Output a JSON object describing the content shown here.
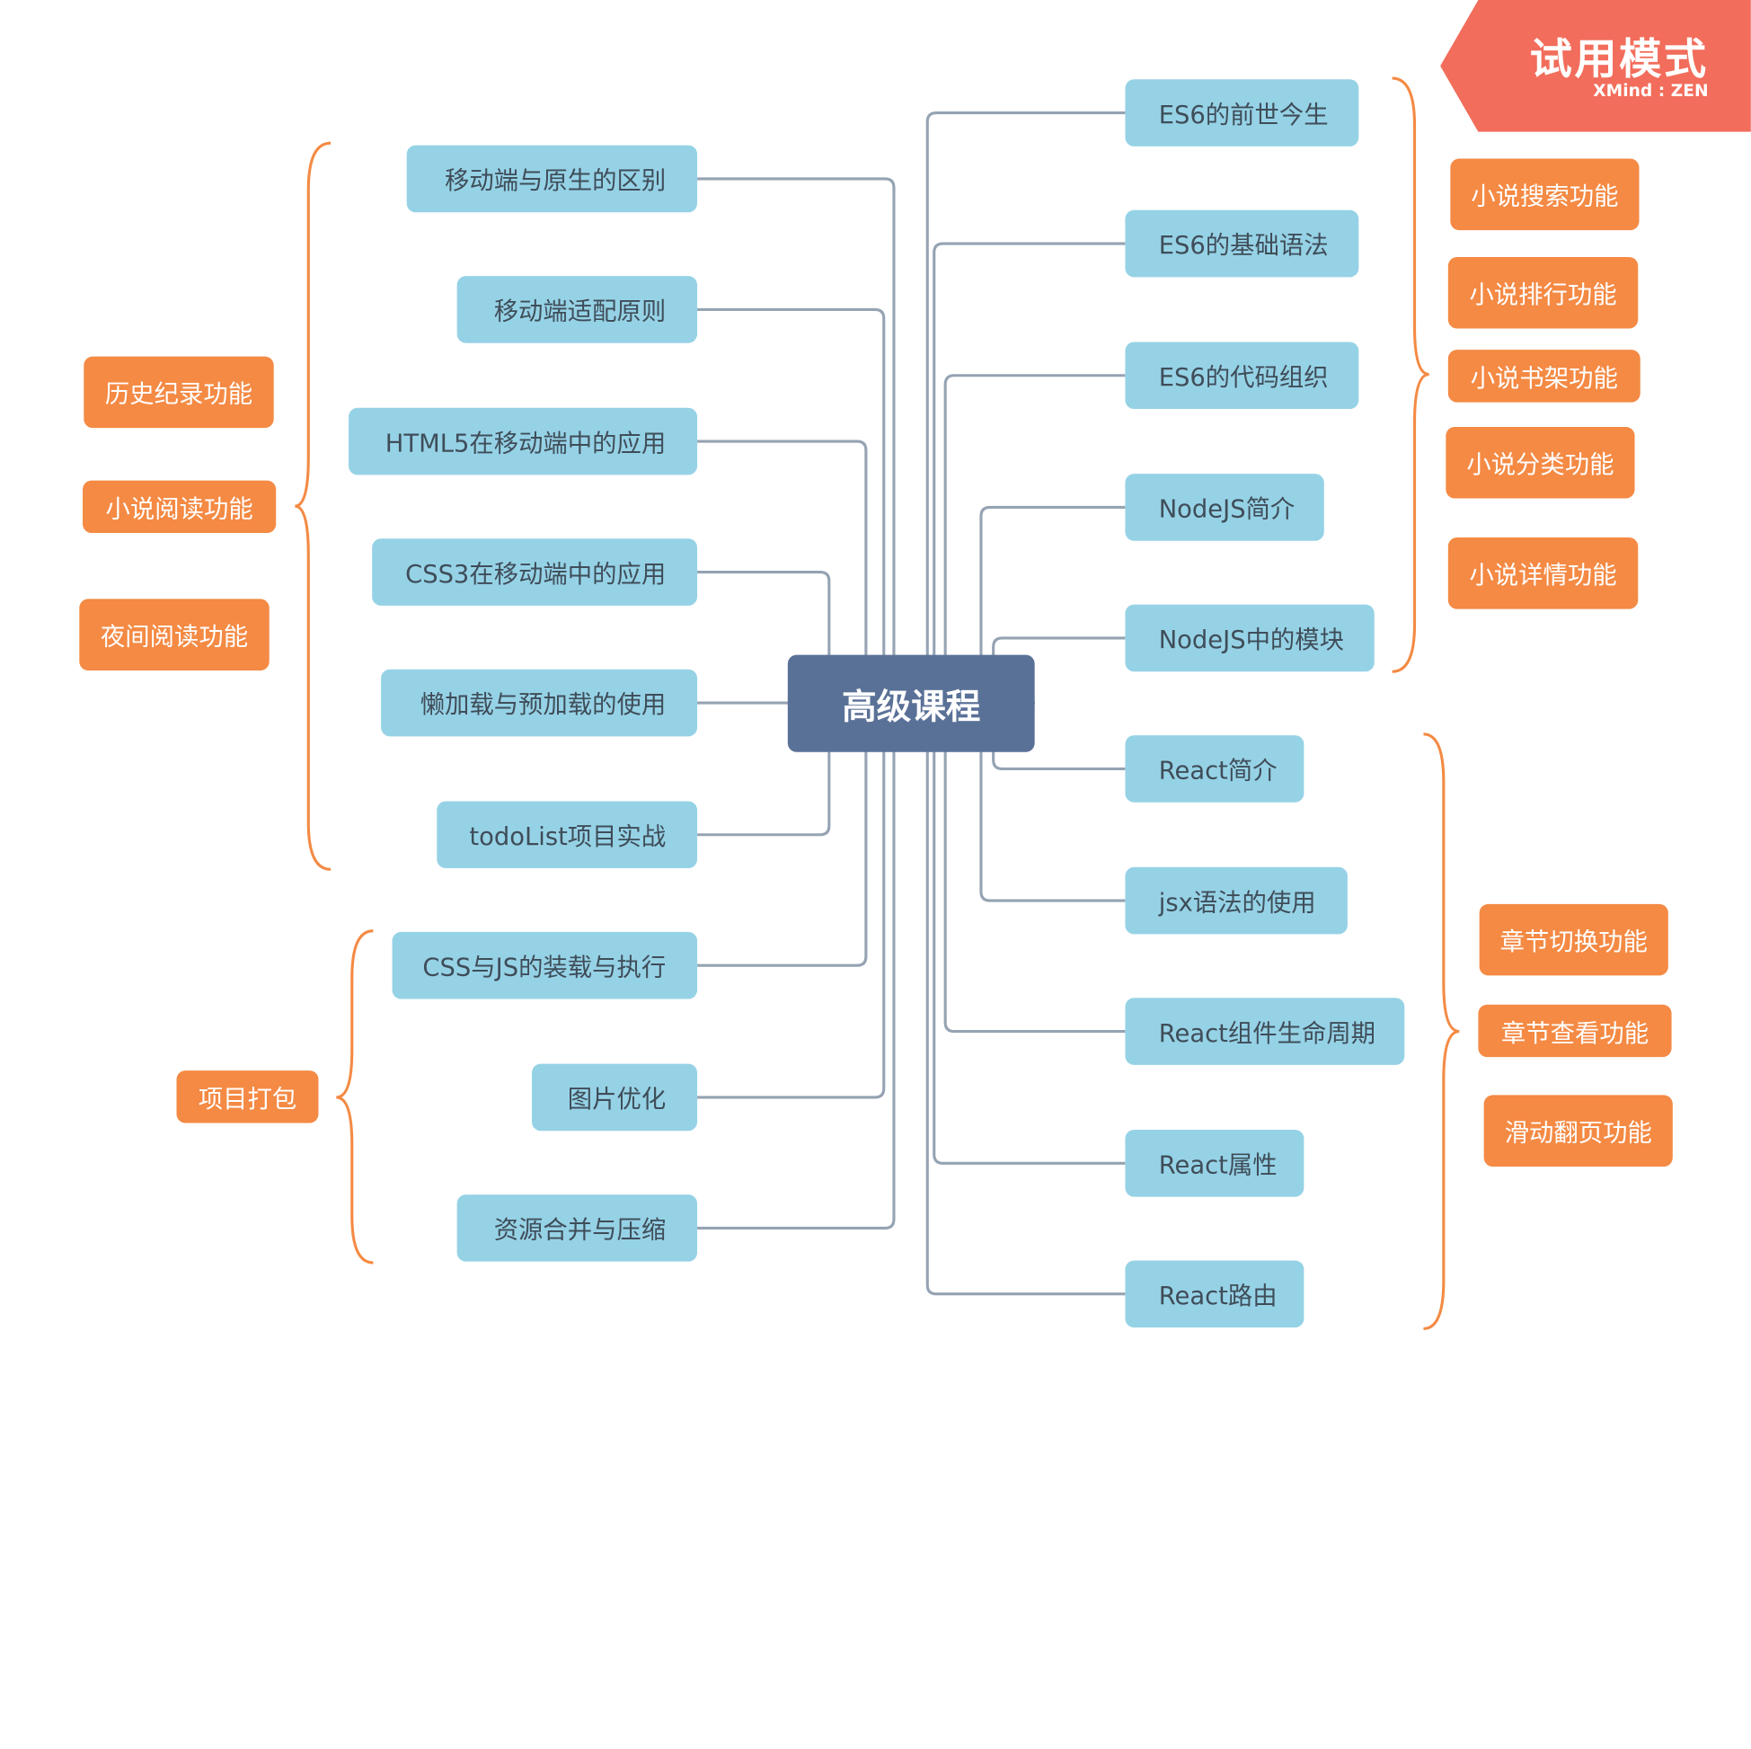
{
  "central": "高级课程",
  "left_topics": [
    "移动端与原生的区别",
    "移动端适配原则",
    "HTML5在移动端中的应用",
    "CSS3在移动端中的应用",
    "懒加载与预加载的使用",
    "todoList项目实战",
    "CSS与JS的装载与执行",
    "图片优化",
    "资源合并与压缩"
  ],
  "right_topics": [
    "ES6的前世今生",
    "ES6的基础语法",
    "ES6的代码组织",
    "NodeJS简介",
    "NodeJS中的模块",
    "React简介",
    "jsx语法的使用",
    "React组件生命周期",
    "React属性",
    "React路由"
  ],
  "left_summary_1": [
    "历史纪录功能",
    "小说阅读功能",
    "夜间阅读功能"
  ],
  "left_summary_2": [
    "项目打包"
  ],
  "right_summary_1": [
    "小说搜索功能",
    "小说排行功能",
    "小说书架功能",
    "小说分类功能",
    "小说详情功能"
  ],
  "right_summary_2": [
    "章节切换功能",
    "章节查看功能",
    "滑动翻页功能"
  ],
  "badge": {
    "title": "试用模式",
    "subtitle": "XMind : ZEN"
  },
  "colors": {
    "central": "#5a7197",
    "topic": "#96d2e6",
    "topic_text": "#3f4d59",
    "tag": "#f48a44",
    "badge": "#f26d5b",
    "connector": "#95a3b3",
    "bracket": "#f48a44"
  }
}
